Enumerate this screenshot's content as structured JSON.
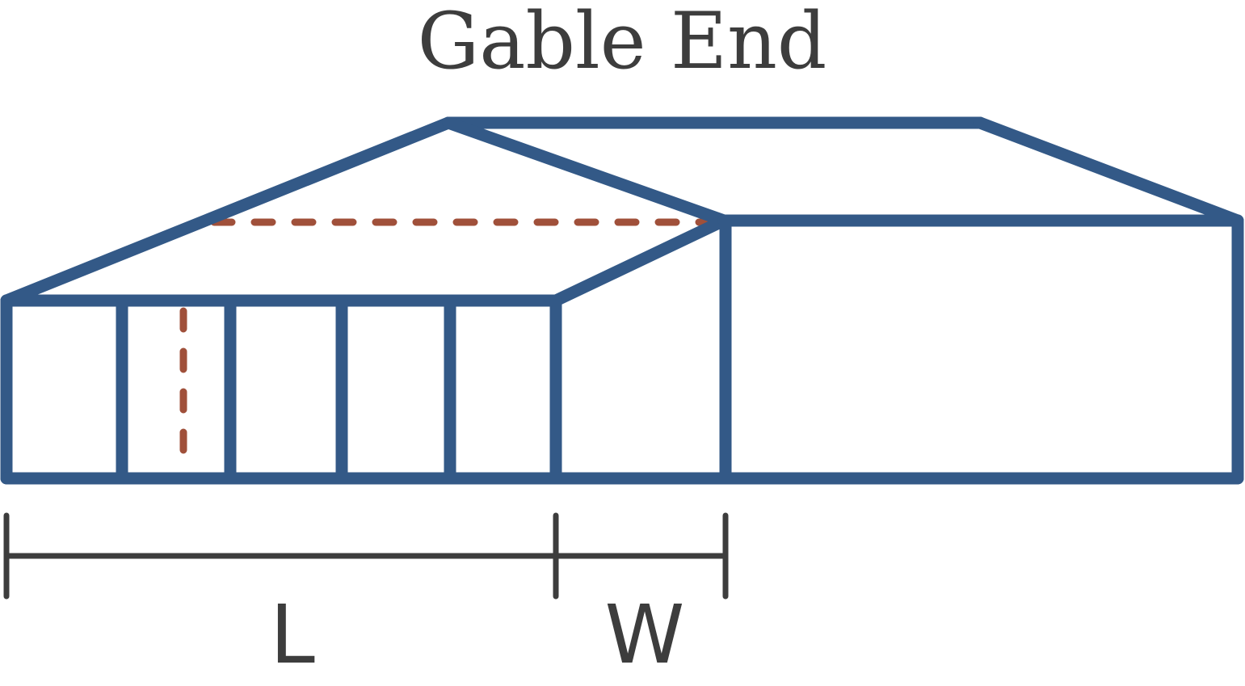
{
  "title": "Gable End",
  "dimensions": {
    "length_label": "L",
    "width_label": "W"
  },
  "colors": {
    "building_stroke": "#335987",
    "hidden_line": "#a0503a",
    "dimension_line": "#3d3d3d",
    "text": "#3d3d3d",
    "background": "#ffffff"
  }
}
